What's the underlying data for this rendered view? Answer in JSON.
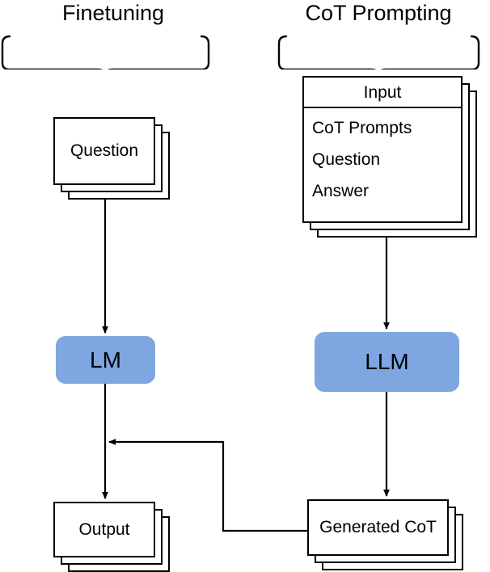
{
  "diagram": {
    "columns": [
      {
        "title": "Finetuning"
      },
      {
        "title": "CoT Prompting"
      }
    ],
    "left_pipeline": {
      "question_card": "Question",
      "model": "LM",
      "output_card": "Output"
    },
    "right_pipeline": {
      "input_card": {
        "header": "Input",
        "rows": [
          "CoT Prompts",
          "Question",
          "Answer"
        ]
      },
      "model": "LLM",
      "generated_card": "Generated CoT"
    },
    "colors": {
      "model_fill": "#7EA6E0",
      "stroke": "#000000",
      "card_fill": "#FFFFFF",
      "background": "#FFFFFF"
    }
  }
}
